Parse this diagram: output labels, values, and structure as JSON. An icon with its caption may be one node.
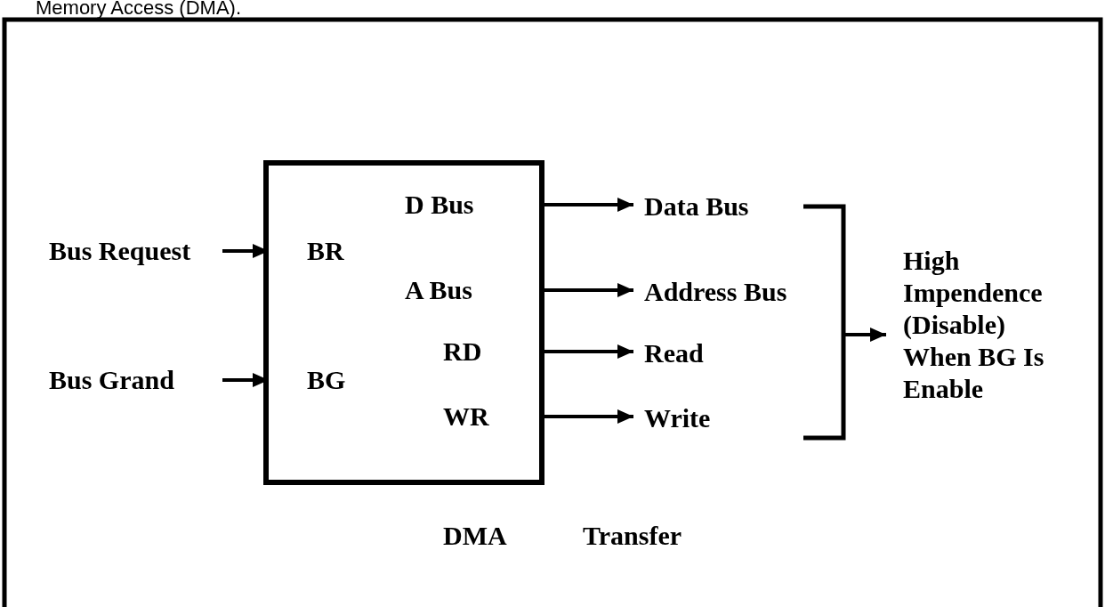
{
  "diagram": {
    "nodes": [
      {
        "text": [],
        "shape": "box"
      },
      {
        "text": [
          "BR"
        ],
        "in": 0
      },
      {
        "text": [
          "BG"
        ],
        "in": 0
      },
      {
        "text": [
          "D Bus"
        ],
        "in": 0
      },
      {
        "text": [
          "A Bus"
        ],
        "in": 0
      },
      {
        "text": [
          "RD"
        ],
        "in": 0
      },
      {
        "text": [
          "WR"
        ],
        "in": 0
      },
      {
        "text": [
          "Bus Request"
        ]
      },
      {
        "text": [
          "Bus Grand"
        ]
      },
      {
        "text": [
          "Data Bus"
        ]
      },
      {
        "text": [
          "Address Bus"
        ]
      },
      {
        "text": [
          "Read"
        ]
      },
      {
        "text": [
          "Write"
        ]
      },
      {
        "text": [],
        "shape": "bracket"
      },
      {
        "text": [
          "High Impendence (Disable) When BG Is Enable"
        ]
      }
    ],
    "edges": [
      {
        "from": 7,
        "to": 1,
        "arrow": "to"
      },
      {
        "from": 8,
        "to": 2,
        "arrow": "to"
      },
      {
        "from": 3,
        "to": 9,
        "arrow": "to"
      },
      {
        "from": 4,
        "to": 10,
        "arrow": "to"
      },
      {
        "from": 5,
        "to": 11,
        "arrow": "to"
      },
      {
        "from": 6,
        "to": 12,
        "arrow": "to"
      },
      {
        "from": 13,
        "to": 14,
        "arrow": "to"
      }
    ],
    "labels": [
      "Memory Access (DMA).",
      "DMA",
      "Transfer"
    ]
  }
}
